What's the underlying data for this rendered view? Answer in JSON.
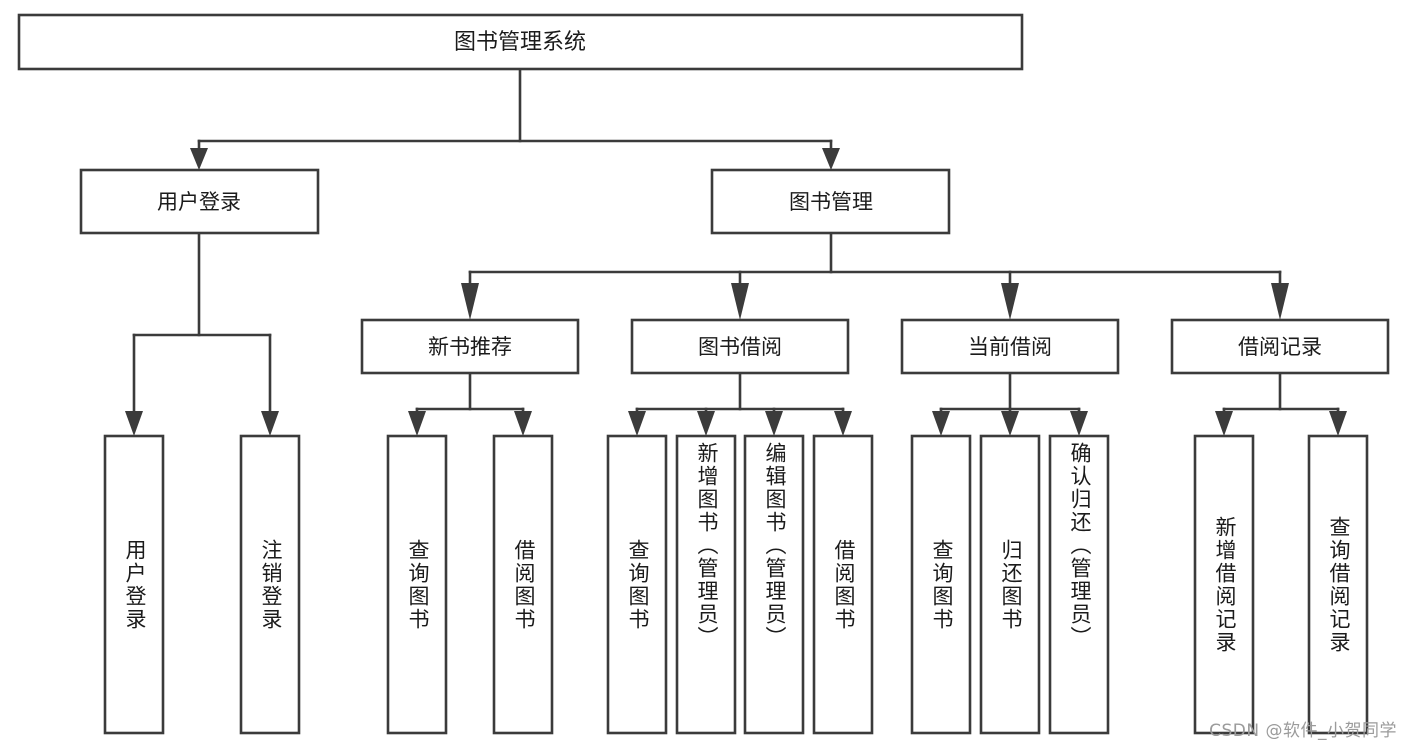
{
  "diagram": {
    "title": "图书管理系统",
    "type": "tree",
    "watermark": "CSDN @软件_小贺同学",
    "root": {
      "id": "root",
      "label": "图书管理系统"
    },
    "level2": [
      {
        "id": "user-login",
        "label": "用户登录"
      },
      {
        "id": "book-management",
        "label": "图书管理"
      }
    ],
    "level3": [
      {
        "id": "new-book-recommend",
        "label": "新书推荐",
        "parent": "book-management"
      },
      {
        "id": "book-borrow",
        "label": "图书借阅",
        "parent": "book-management"
      },
      {
        "id": "current-borrow",
        "label": "当前借阅",
        "parent": "book-management"
      },
      {
        "id": "borrow-record",
        "label": "借阅记录",
        "parent": "book-management"
      }
    ],
    "leaves": [
      {
        "id": "leaf-user-login",
        "label": "用户登录",
        "parent": "user-login"
      },
      {
        "id": "leaf-logout-login",
        "label": "注销登录",
        "parent": "user-login"
      },
      {
        "id": "leaf-query-book-1",
        "label": "查询图书",
        "parent": "new-book-recommend"
      },
      {
        "id": "leaf-borrow-book-1",
        "label": "借阅图书",
        "parent": "new-book-recommend"
      },
      {
        "id": "leaf-query-book-2",
        "label": "查询图书",
        "parent": "book-borrow"
      },
      {
        "id": "leaf-add-book",
        "label": "新增图书（管理员）",
        "parent": "book-borrow"
      },
      {
        "id": "leaf-edit-book",
        "label": "编辑图书（管理员）",
        "parent": "book-borrow"
      },
      {
        "id": "leaf-borrow-book-2",
        "label": "借阅图书",
        "parent": "book-borrow"
      },
      {
        "id": "leaf-query-book-3",
        "label": "查询图书",
        "parent": "current-borrow"
      },
      {
        "id": "leaf-return-book",
        "label": "归还图书",
        "parent": "current-borrow"
      },
      {
        "id": "leaf-confirm-return",
        "label": "确认归还（管理员）",
        "parent": "current-borrow"
      },
      {
        "id": "leaf-add-record",
        "label": "新增借阅记录",
        "parent": "borrow-record"
      },
      {
        "id": "leaf-query-record",
        "label": "查询借阅记录",
        "parent": "borrow-record"
      }
    ],
    "colors": {
      "stroke": "#3b3b3b",
      "fill": "#ffffff",
      "text": "#1b1b1b",
      "watermark": "#9b9b9b"
    }
  }
}
